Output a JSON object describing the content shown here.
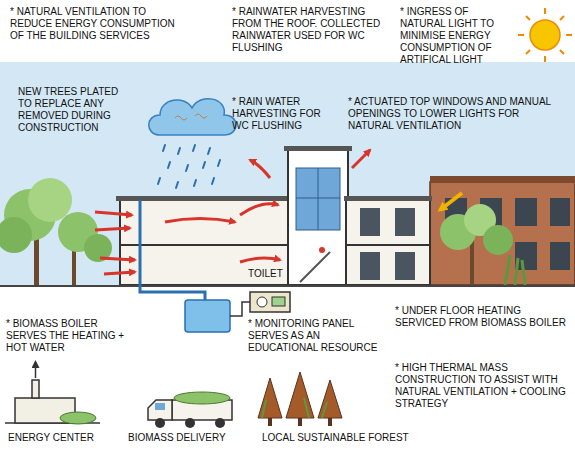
{
  "diagram": {
    "labels": [
      "* NATURAL VENTILATION TO REDUCE ENERGY CONSUMPTION OF THE BUILDING SERVICES",
      "* RAINWATER HARVESTING FROM THE ROOF. COLLECTED RAINWATER USED FOR WC FLUSHING",
      "* INGRESS OF NATURAL LIGHT TO MINIMISE ENERGY CONSUMPTION OF ARTIFICAL LIGHT",
      "NEW TREES PLATED TO REPLACE ANY REMOVED DURING CONSTRUCTION",
      "* RAIN WATER HARVESTING FOR WC FLUSHING",
      "* ACTUATED TOP WINDOWS AND MANUAL OPENINGS TO LOWER LIGHTS FOR NATURAL VENTILATION",
      "TOILET",
      "* BIOMASS BOILER SERVES THE HEATING + HOT WATER",
      "* MONITORING PANEL SERVES AS AN EDUCATIONAL RESOURCE",
      "* UNDER FLOOR HEATING SERVICED FROM BIOMASS BOILER",
      "* HIGH THERMAL MASS CONSTRUCTION TO ASSIST WITH NATURAL VENTILATION + COOLING STRATEGY",
      "ENERGY CENTER",
      "BIOMASS DELIVERY",
      "LOCAL SUSTAINABLE FOREST"
    ]
  }
}
